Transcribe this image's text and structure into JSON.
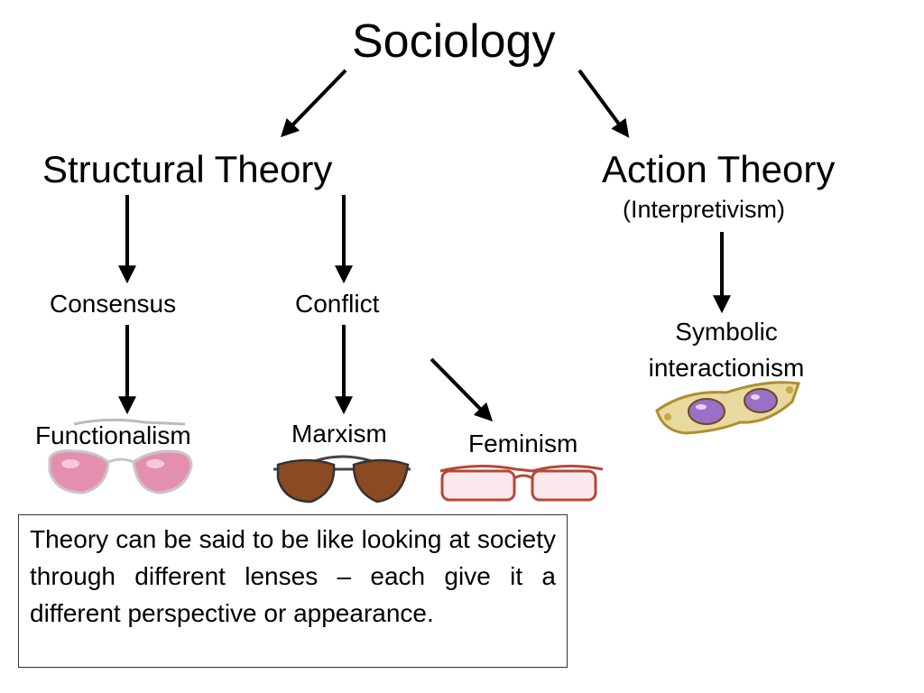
{
  "diagram": {
    "root": "Sociology",
    "branches": {
      "structural": "Structural Theory",
      "action": "Action Theory",
      "action_sub": "(Interpretivism)"
    },
    "structural_children": {
      "consensus": "Consensus",
      "conflict": "Conflict"
    },
    "leaves": {
      "functionalism": "Functionalism",
      "marxism": "Marxism",
      "feminism": "Feminism",
      "symbolic": "Symbolic interactionism"
    }
  },
  "note": {
    "text": "Theory can be said to be like looking at society through different lenses – each give it a different perspective or appearance."
  },
  "icons": [
    "pink-sunglasses-icon",
    "brown-aviator-sunglasses-icon",
    "red-frame-glasses-icon",
    "purple-jeweled-glasses-icon"
  ],
  "colors": {
    "text": "#000000",
    "pink_lens": "#e58fb0",
    "brown_lens": "#8a4a22",
    "red_frame": "#b5473a",
    "purple_lens": "#9b6fc7",
    "gold_frame": "#c9a640"
  }
}
